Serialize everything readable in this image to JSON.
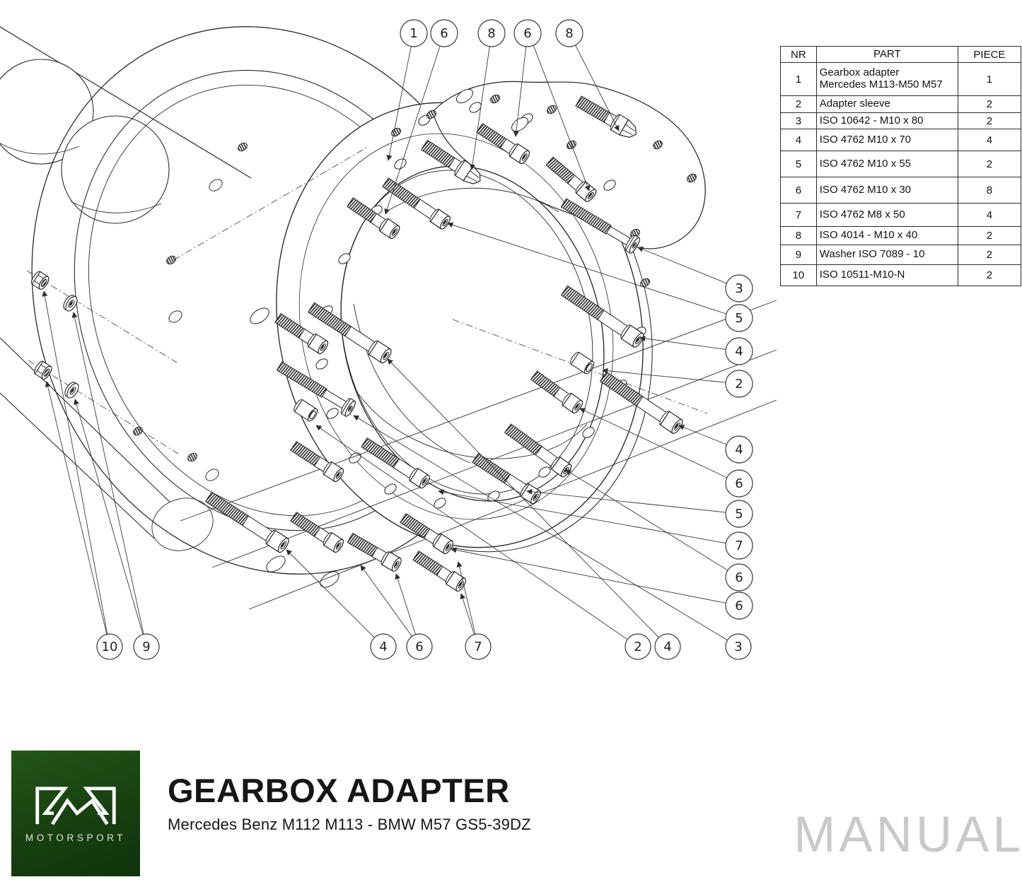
{
  "parts_table": {
    "headers": [
      "NR",
      "PART",
      "PIECE"
    ],
    "rows": [
      {
        "nr": "1",
        "part": "Gearbox adapter\nMercedes M113-M50 M57",
        "piece": "1"
      },
      {
        "nr": "2",
        "part": "Adapter sleeve",
        "piece": "2"
      },
      {
        "nr": "3",
        "part": "ISO 10642 - M10 x 80",
        "piece": "2"
      },
      {
        "nr": "4",
        "part": "ISO 4762 M10 x 70",
        "piece": "4"
      },
      {
        "nr": "5",
        "part": "ISO 4762 M10 x 55",
        "piece": "2"
      },
      {
        "nr": "6",
        "part": "ISO 4762 M10 x 30",
        "piece": "8"
      },
      {
        "nr": "7",
        "part": "ISO 4762 M8 x 50",
        "piece": "4"
      },
      {
        "nr": "8",
        "part": "ISO 4014 - M10 x 40",
        "piece": "2"
      },
      {
        "nr": "9",
        "part": "Washer ISO 7089 - 10",
        "piece": "2"
      },
      {
        "nr": "10",
        "part": "ISO 10511-M10-N",
        "piece": "2"
      }
    ]
  },
  "diagram": {
    "balloons": [
      "1",
      "6",
      "8",
      "6",
      "8",
      "3",
      "5",
      "4",
      "2",
      "4",
      "6",
      "5",
      "7",
      "6",
      "6",
      "10",
      "9",
      "4",
      "6",
      "7",
      "2",
      "4",
      "3"
    ]
  },
  "footer": {
    "logo_word": "MOTORSPORT",
    "title": "GEARBOX ADAPTER",
    "subtitle": "Mercedes Benz M112 M113 - BMW M57 GS5-39DZ",
    "watermark": "MANUAL"
  },
  "colors": {
    "logo_green_top": "#235617",
    "logo_green_bottom": "#0e340c",
    "watermark_gray": "#c9c9c9",
    "line": "#2a2a2a"
  }
}
